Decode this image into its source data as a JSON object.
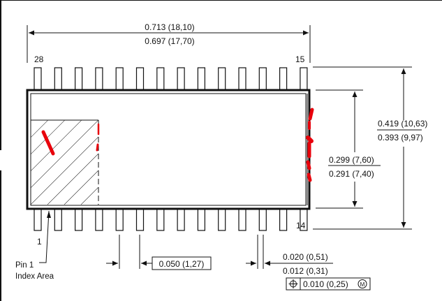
{
  "drawing": {
    "length": {
      "max": "0.713 (18,10)",
      "min": "0.697 (17,70)"
    },
    "overall_width": {
      "max": "0.419 (10,63)",
      "min": "0.393 (9,97)"
    },
    "body_width": {
      "max": "0.299 (7,60)",
      "min": "0.291 (7,40)"
    },
    "pin_pitch": "0.050 (1,27)",
    "lead_width": {
      "max": "0.020 (0,51)",
      "min": "0.012 (0,31)"
    },
    "tolerance": {
      "value": "0.010 (0,25)",
      "modifier": "M"
    },
    "pin_labels": {
      "top_left": "28",
      "top_right": "15",
      "bottom_left": "1",
      "bottom_right": "14"
    },
    "index_note": {
      "line1": "Pin 1",
      "line2": "Index Area"
    },
    "pins_per_side": 14,
    "colors": {
      "line": "#111111",
      "annotation": "#e8000b"
    }
  }
}
